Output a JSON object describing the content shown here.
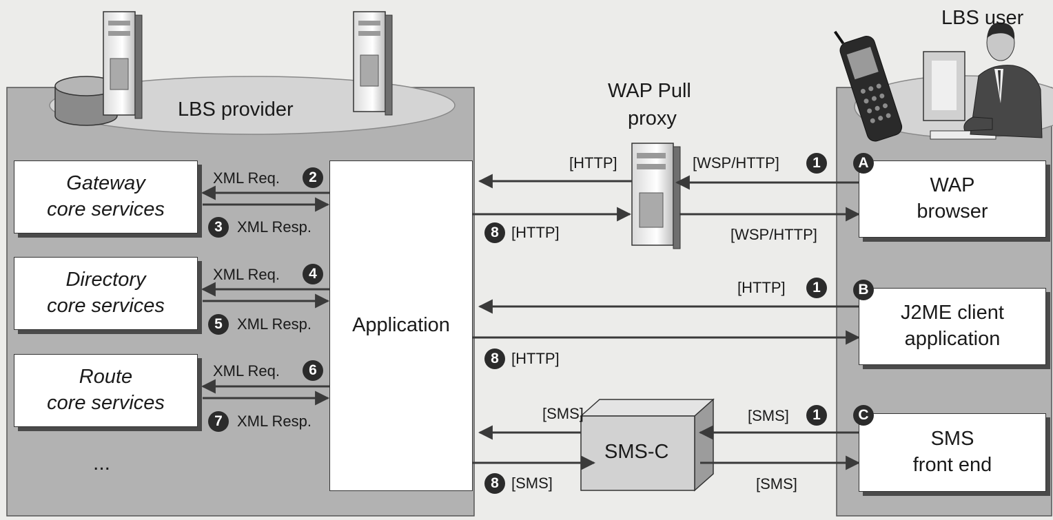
{
  "provider": {
    "title": "LBS provider",
    "services": [
      {
        "line1": "Gateway",
        "line2": "core services"
      },
      {
        "line1": "Directory",
        "line2": "core services"
      },
      {
        "line1": "Route",
        "line2": "core services"
      }
    ],
    "more": "...",
    "application": "Application"
  },
  "xml": {
    "req": "XML Req.",
    "resp": "XML Resp.",
    "steps": [
      "2",
      "3",
      "4",
      "5",
      "6",
      "7"
    ]
  },
  "wap_proxy": {
    "line1": "WAP Pull",
    "line2": "proxy"
  },
  "smsc": "SMS-C",
  "user": {
    "title": "LBS user",
    "clients": [
      {
        "letter": "A",
        "line1": "WAP",
        "line2": "browser"
      },
      {
        "letter": "B",
        "line1": "J2ME client",
        "line2": "application"
      },
      {
        "letter": "C",
        "line1": "SMS",
        "line2": "front end"
      }
    ]
  },
  "protocols": {
    "http": "[HTTP]",
    "wsp_http": "[WSP/HTTP]",
    "sms": "[SMS]"
  },
  "steps": {
    "request": "1",
    "response": "8"
  }
}
